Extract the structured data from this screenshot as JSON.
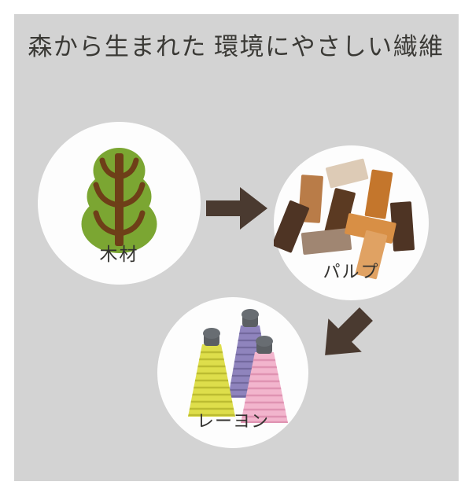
{
  "page": {
    "title": "森から生まれた 環境にやさしい繊維",
    "background_color": "#ffffff",
    "panel_color": "#d3d3d3",
    "title_color": "#3a3935",
    "circle_color": "#fdfdfd"
  },
  "diagram": {
    "type": "process-flow",
    "description": "Three-step process flow: wood becomes pulp, pulp becomes rayon fiber.",
    "nodes": [
      {
        "id": "wood",
        "label": "木材",
        "icon": "tree-icon",
        "icon_colors": {
          "foliage": "#7ba632",
          "trunk": "#6e3f18"
        }
      },
      {
        "id": "pulp",
        "label": "パルプ",
        "icon": "wood-chips-icon",
        "icon_colors": {
          "chip_1": "#ddcbb6",
          "chip_2": "#b97c48",
          "chip_3": "#c4762c",
          "chip_4": "#5b3a22",
          "chip_5": "#6b3a12",
          "chip_6": "#4e3424",
          "chip_7": "#a08672",
          "chip_8": "#d88f45",
          "chip_9": "#e0a263"
        }
      },
      {
        "id": "rayon",
        "label": "レーヨン",
        "icon": "thread-spools-icon",
        "icon_colors": {
          "spool_yellow": "#dede4b",
          "spool_purple": "#8f84bd",
          "spool_pink": "#f2b5cd",
          "cap": "#5b5f63"
        }
      }
    ],
    "arrows": [
      {
        "id": "arrow-wood-to-pulp",
        "direction": "right",
        "color": "#4a3a30"
      },
      {
        "id": "arrow-pulp-to-rayon",
        "direction": "down-left",
        "color": "#4a3a30"
      }
    ]
  }
}
